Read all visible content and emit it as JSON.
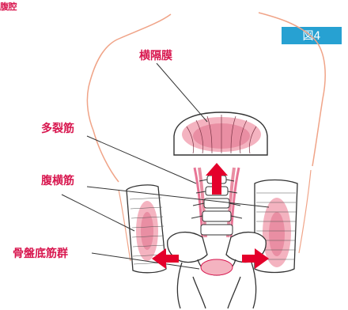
{
  "header": {
    "corner_text": "腹腔",
    "figure_badge": "図4"
  },
  "labels": {
    "diaphragm": "横隔膜",
    "multifidus": "多裂筋",
    "transversus": "腹横筋",
    "pelvic_floor": "骨盤底筋群"
  },
  "colors": {
    "label_text": "#d8174f",
    "badge_bg": "#27a1d2",
    "arrow": "#e4002b",
    "muscle_fill": "#f4b3c0",
    "muscle_core": "#e98ea3",
    "body_outline": "#f0a488"
  }
}
